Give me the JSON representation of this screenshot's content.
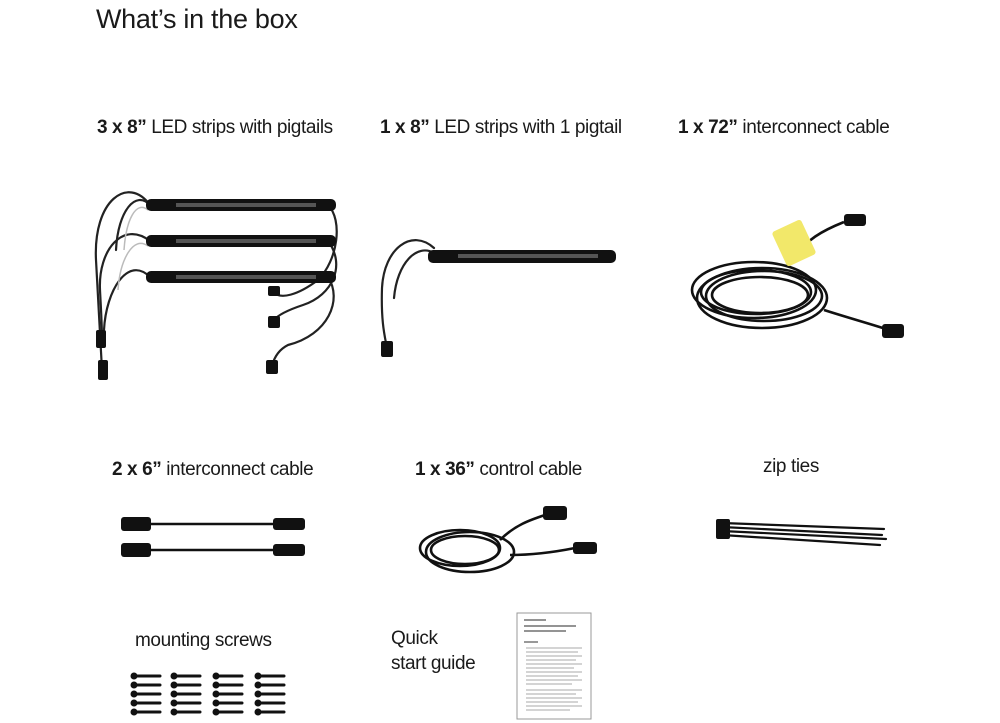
{
  "title": "What’s in the box",
  "items": [
    {
      "qty": "3 x 8”",
      "desc": " LED strips with pigtails"
    },
    {
      "qty": "1 x 8”",
      "desc": " LED strips with 1 pigtail"
    },
    {
      "qty": "1 x 72”",
      "desc": " interconnect cable"
    },
    {
      "qty": "2 x 6”",
      "desc": " interconnect cable"
    },
    {
      "qty": "1 x 36”",
      "desc": " control cable"
    },
    {
      "qty": "",
      "desc": "zip ties"
    },
    {
      "qty": "",
      "desc": "mounting screws"
    },
    {
      "qty": "",
      "desc": "Quick",
      "desc2": "start guide"
    }
  ]
}
